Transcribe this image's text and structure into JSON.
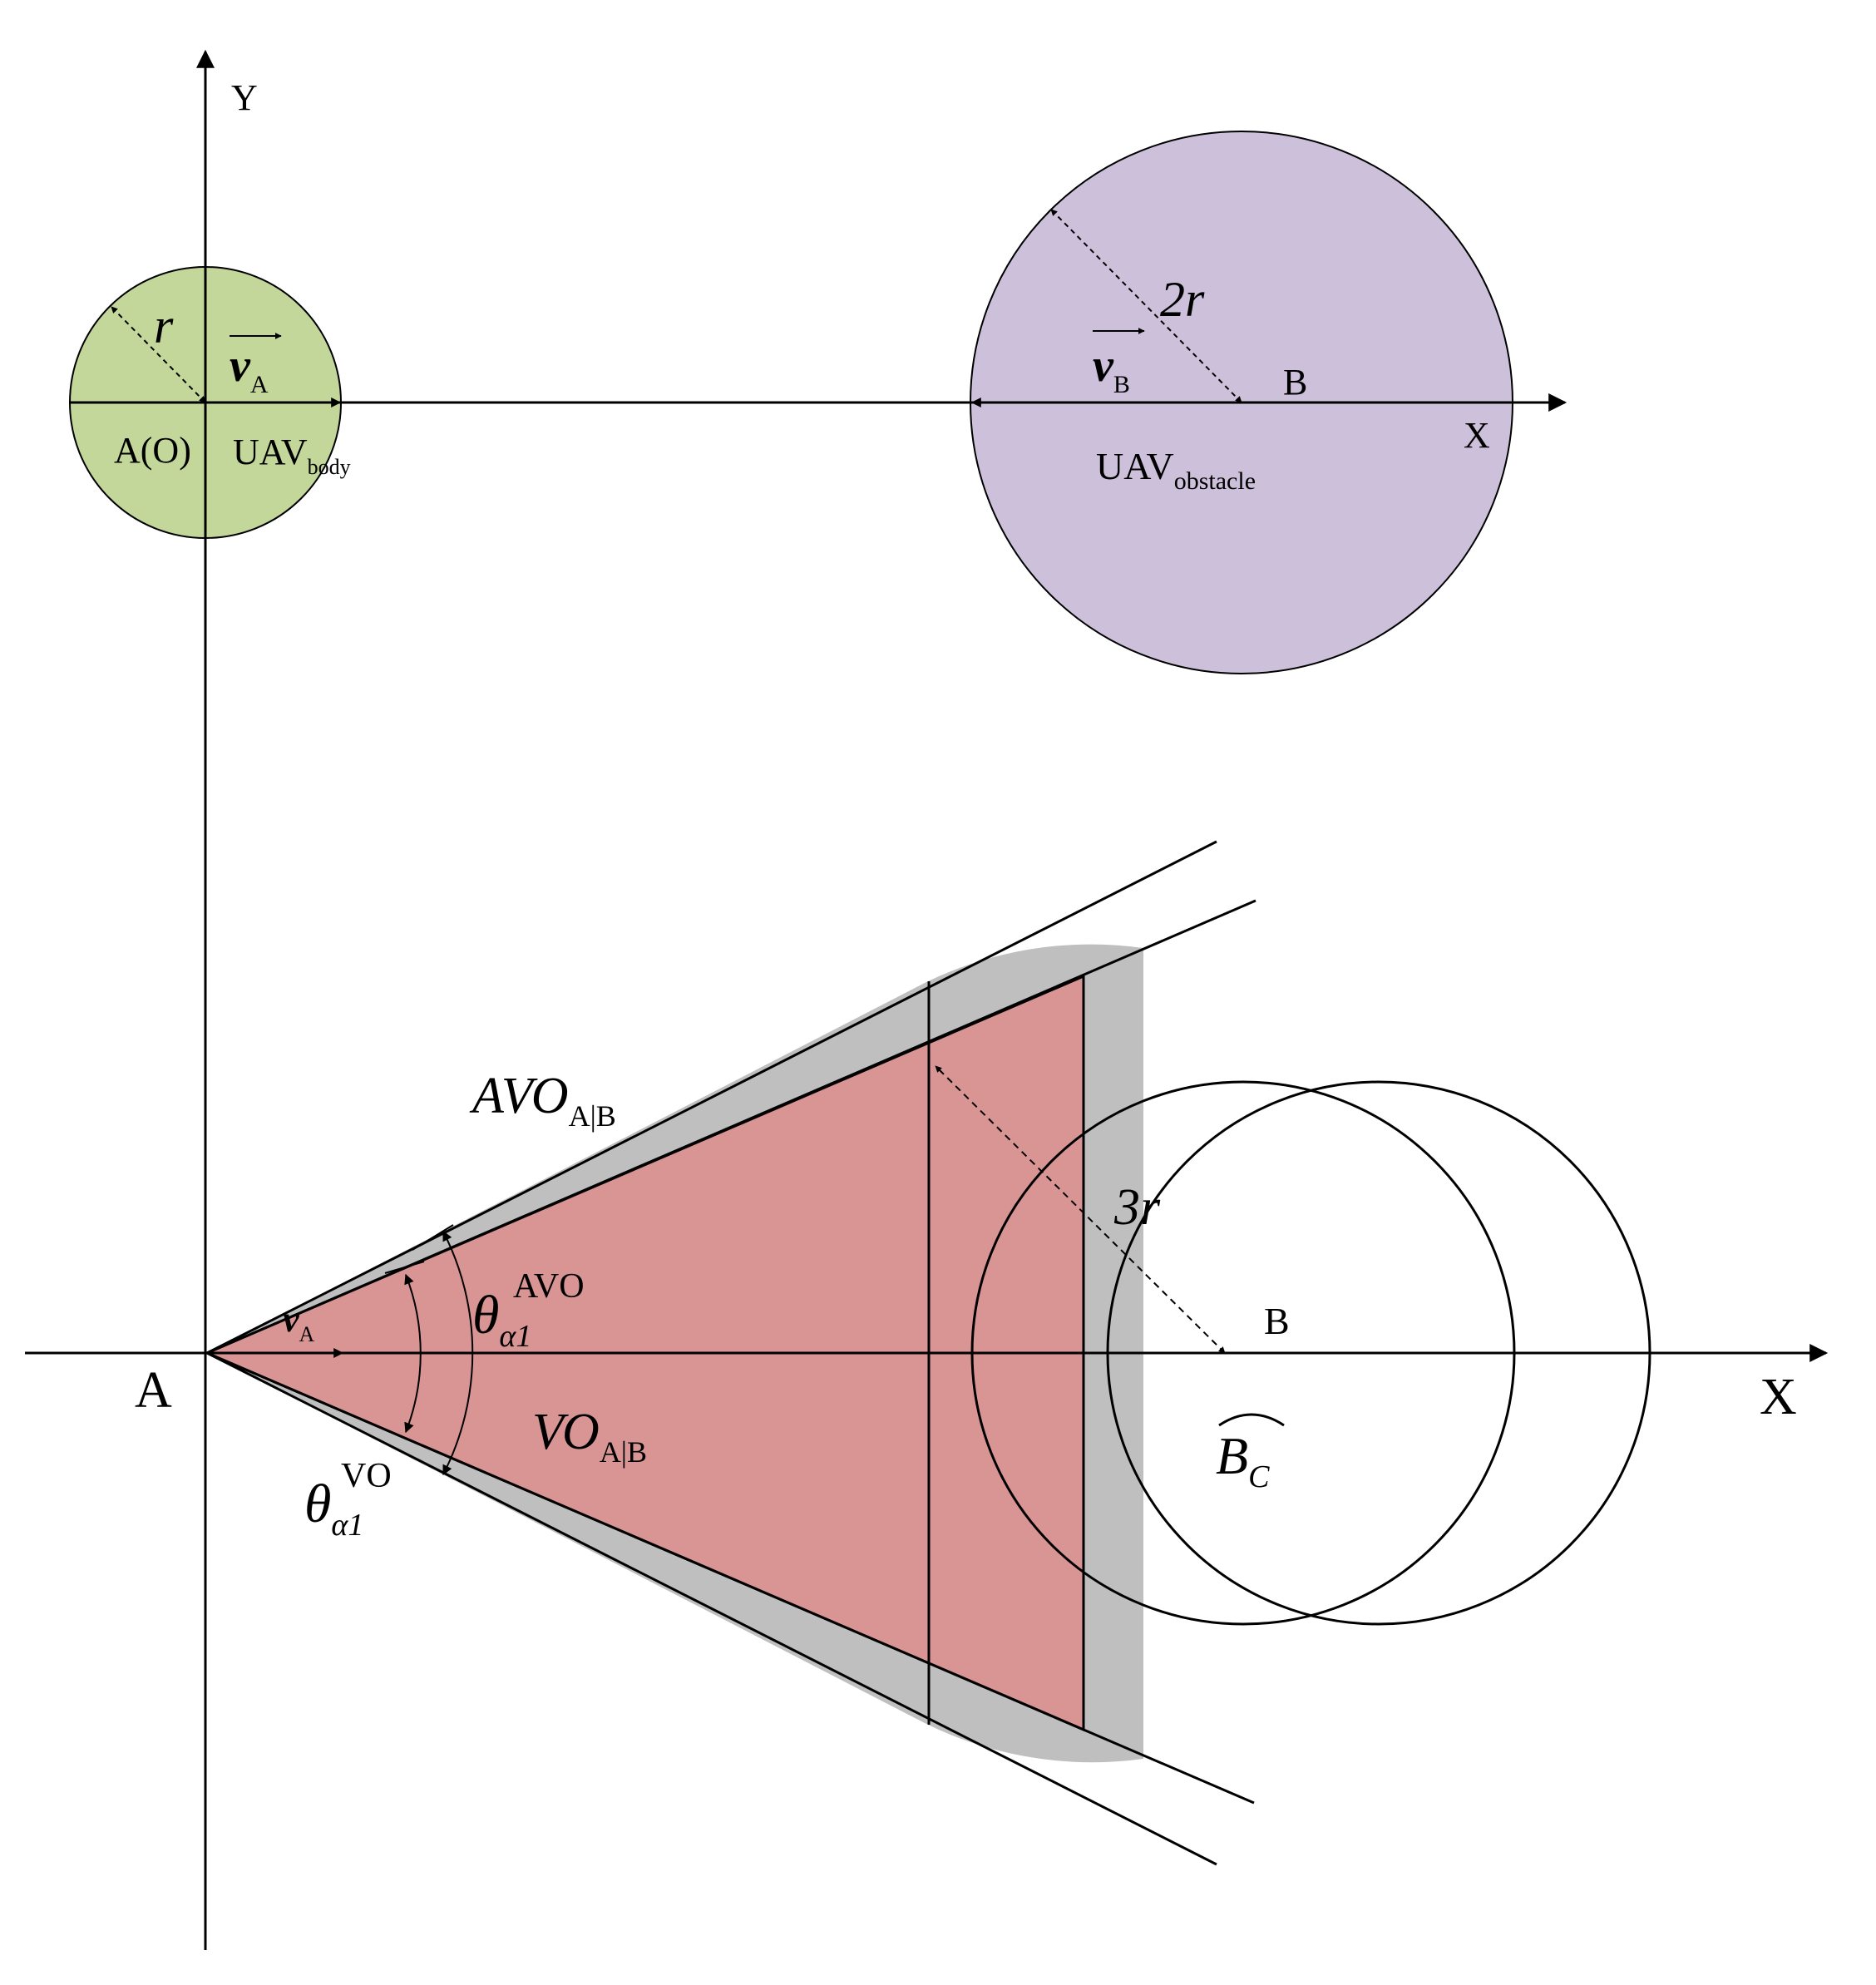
{
  "colors": {
    "own_uav_fill": "#c4d79b",
    "obstacle_fill": "#ccc0da",
    "vo_fill": "#d99594",
    "avo_fill": "#bfbfbf",
    "stroke": "#000000"
  },
  "top_panel": {
    "y_axis_label": "Y",
    "x_axis_label": "X",
    "own_radius_label": "r",
    "own_velocity": {
      "symbol": "v",
      "subscript": "A"
    },
    "origin_label": "A(O)",
    "own_body_label": {
      "main": "UAV",
      "subscript": "body"
    },
    "obstacle_radius_label": {
      "number": "2",
      "symbol": "r"
    },
    "obstacle_velocity": {
      "symbol": "v",
      "subscript": "B"
    },
    "obstacle_center_label": "B",
    "obstacle_body_label": {
      "main": "UAV",
      "subscript": "obstacle"
    }
  },
  "bottom_panel": {
    "origin_label": "A",
    "x_axis_label": "X",
    "avo_label": {
      "main": "AVO",
      "subscript": "A|B"
    },
    "vo_label": {
      "main": "VO",
      "subscript": "A|B"
    },
    "theta_avo": {
      "symbol": "θ",
      "subscript": "α1",
      "superscript": "AVO"
    },
    "theta_vo": {
      "symbol": "θ",
      "subscript": "α1",
      "superscript": "VO"
    },
    "velocity": {
      "symbol": "v",
      "subscript": "A"
    },
    "radius_label": {
      "number": "3",
      "symbol": "r"
    },
    "center_label": "B",
    "collision_circle_label": {
      "symbol": "B",
      "subscript": "C"
    }
  }
}
